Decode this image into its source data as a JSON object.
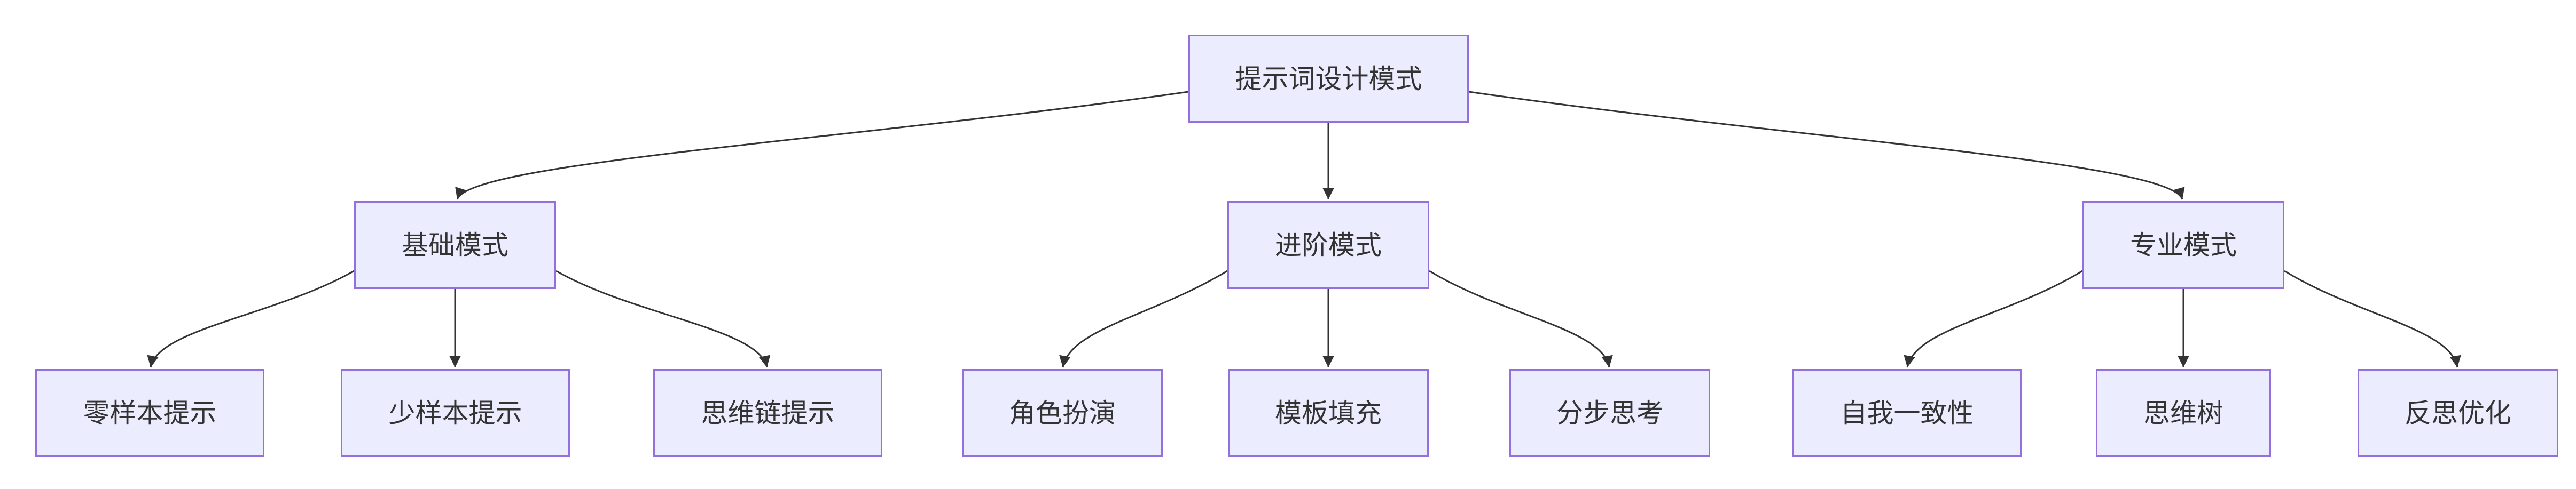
{
  "diagram": {
    "type": "flowchart-top-down",
    "colors": {
      "node_fill": "#ECECFF",
      "node_border": "#9370DB",
      "node_text": "#333333",
      "edge_line": "#333333",
      "page_bg": "#ffffff"
    },
    "tree": {
      "root": {
        "label": "提示词设计模式",
        "children": [
          {
            "label": "基础模式",
            "children": [
              {
                "label": "零样本提示"
              },
              {
                "label": "少样本提示"
              },
              {
                "label": "思维链提示"
              }
            ]
          },
          {
            "label": "进阶模式",
            "children": [
              {
                "label": "角色扮演"
              },
              {
                "label": "模板填充"
              },
              {
                "label": "分步思考"
              }
            ]
          },
          {
            "label": "专业模式",
            "children": [
              {
                "label": "自我一致性"
              },
              {
                "label": "思维树"
              },
              {
                "label": "反思优化"
              }
            ]
          }
        ]
      }
    },
    "edges": [
      {
        "from": "提示词设计模式",
        "to": "基础模式"
      },
      {
        "from": "提示词设计模式",
        "to": "进阶模式"
      },
      {
        "from": "提示词设计模式",
        "to": "专业模式"
      },
      {
        "from": "基础模式",
        "to": "零样本提示"
      },
      {
        "from": "基础模式",
        "to": "少样本提示"
      },
      {
        "from": "基础模式",
        "to": "思维链提示"
      },
      {
        "from": "进阶模式",
        "to": "角色扮演"
      },
      {
        "from": "进阶模式",
        "to": "模板填充"
      },
      {
        "from": "进阶模式",
        "to": "分步思考"
      },
      {
        "from": "专业模式",
        "to": "自我一致性"
      },
      {
        "from": "专业模式",
        "to": "思维树"
      },
      {
        "from": "专业模式",
        "to": "反思优化"
      }
    ]
  }
}
